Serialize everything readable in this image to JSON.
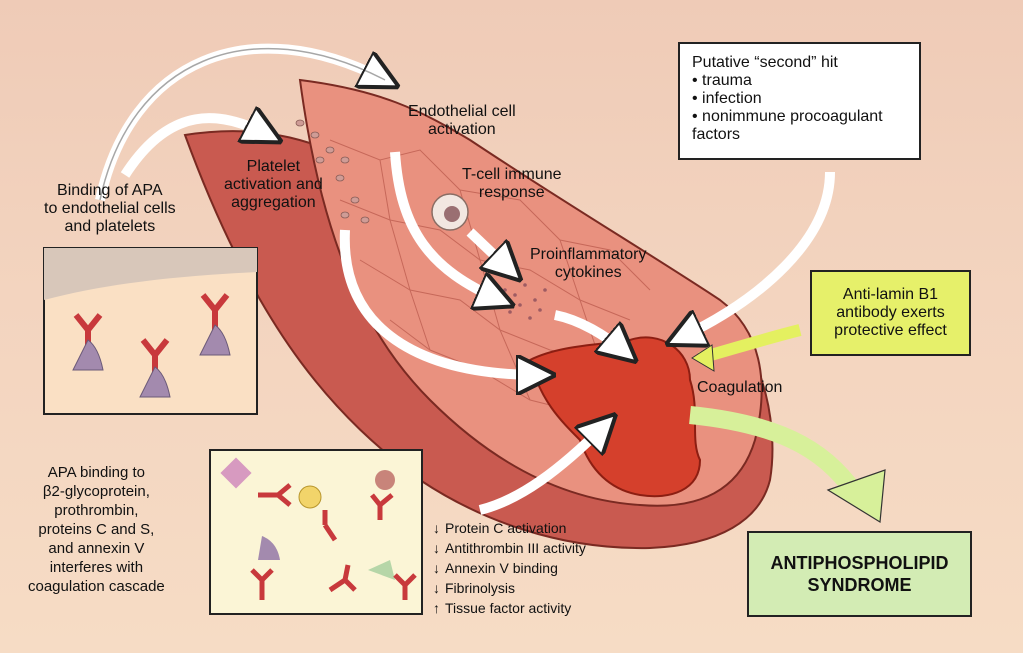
{
  "labels": {
    "endothelial_activation": "Endothelial cell\nactivation",
    "platelet_activation": "Platelet\nactivation and\naggregation",
    "tcell": "T-cell immune\nresponse",
    "cytokines": "Proinflammatory\ncytokines",
    "binding_apa": "Binding of APA\nto endothelial cells\nand platelets",
    "coagulation": "Coagulation",
    "apa_binding_cascade": "APA binding to\nβ2-glycoprotein,\nprothrombin,\nproteins C and S,\nand annexin V\ninterferes with\ncoagulation cascade"
  },
  "second_hit": {
    "title": "Putative “second” hit",
    "items": [
      "trauma",
      "infection",
      "nonimmune procoagulant\nfactors"
    ]
  },
  "anti_lamin": "Anti-lamin B1\nantibody exerts\nprotective effect",
  "outcome": "ANTIPHOSPHOLIPID\nSYNDROME",
  "effects": [
    {
      "dir": "down",
      "text": "Protein C activation"
    },
    {
      "dir": "down",
      "text": "Antithrombin III activity"
    },
    {
      "dir": "down",
      "text": "Annexin V binding"
    },
    {
      "dir": "down",
      "text": "Fibrinolysis"
    },
    {
      "dir": "up",
      "text": "Tissue factor activity"
    }
  ],
  "colors": {
    "vessel": "#e58a7c",
    "wall": "#c95a50",
    "clot": "#d5402c",
    "lamin_box": "#e6f06a",
    "outcome_box": "#d3ecb4",
    "arrow_green": "#d7f09a"
  }
}
